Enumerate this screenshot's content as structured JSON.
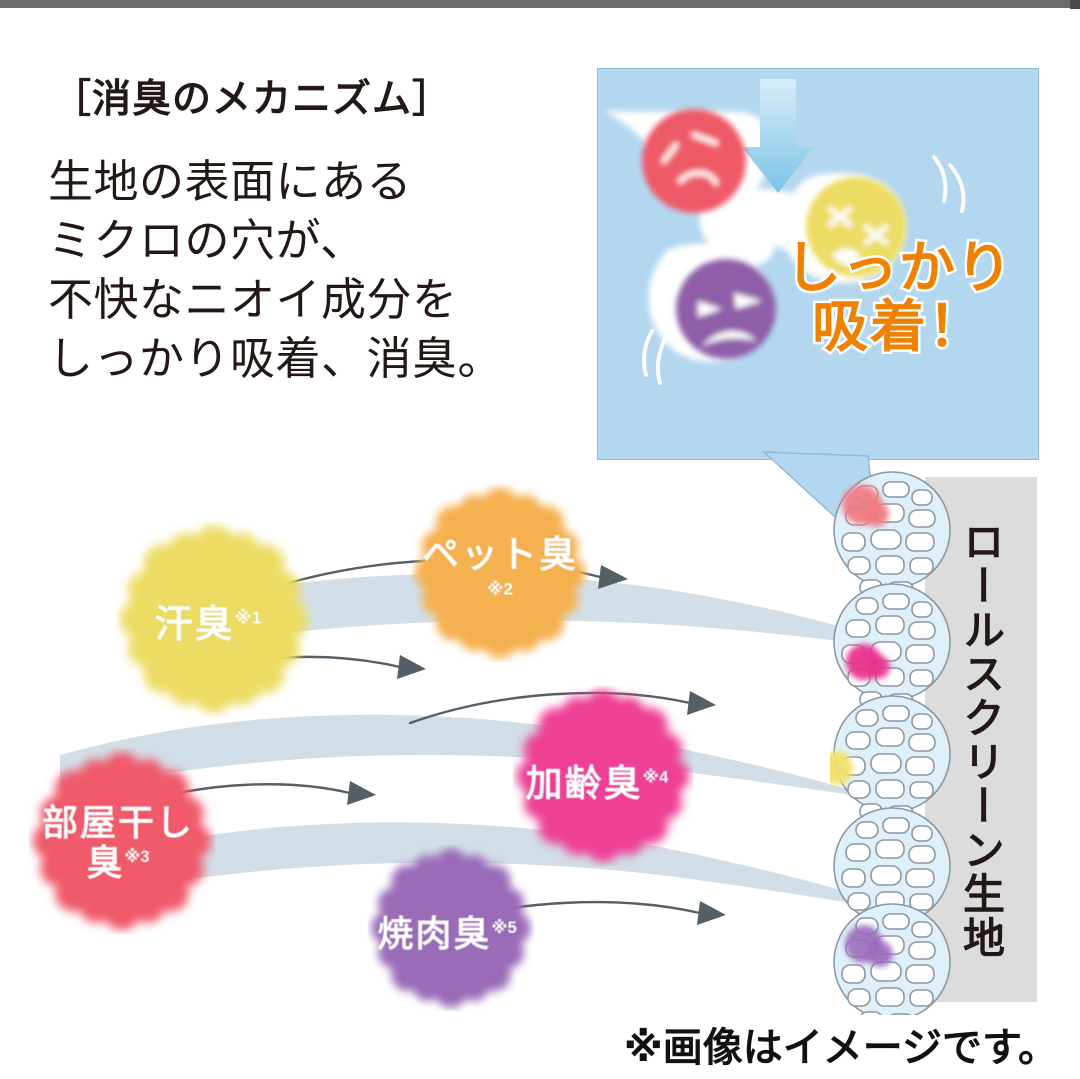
{
  "page": {
    "background": "#ffffff",
    "topbar_color": "#6b6b6b"
  },
  "header": {
    "mechanism_title": "［消臭のメカニズム］",
    "lead_text": "生地の表面にある\nミクロの穴が、\n不快なニオイ成分を\nしっかり吸着、消臭。"
  },
  "panel": {
    "background": "#b4d7f0",
    "caption_line1": "しっかり",
    "caption_line2": "吸着！",
    "caption_color": "#f08000",
    "caption_outline": "#ffffff",
    "arrow_label": "down-arrow",
    "blobs": [
      {
        "name": "red-odor-blob",
        "color": "#ef5a68",
        "face": "sad"
      },
      {
        "name": "yellow-odor-blob",
        "color": "#ecdc63",
        "face": "dizzy"
      },
      {
        "name": "purple-odor-blob",
        "color": "#8e5fa8",
        "face": "angry"
      }
    ]
  },
  "odors": [
    {
      "id": "sweat",
      "label": "汗臭",
      "note": "※1",
      "color": "#ecdc63",
      "glow": "#f6eda9"
    },
    {
      "id": "pet",
      "label": "ペット臭",
      "note": "※2",
      "color": "#f5b04f",
      "glow": "#fbdcac"
    },
    {
      "id": "laundry",
      "label": "部屋干し\n臭",
      "note": "※3",
      "color": "#f05a6a",
      "glow": "#f8aeb5"
    },
    {
      "id": "aging",
      "label": "加齢臭",
      "note": "※4",
      "color": "#ee3f96",
      "glow": "#f79bc8"
    },
    {
      "id": "meat",
      "label": "焼肉臭",
      "note": "※5",
      "color": "#9a6cb8",
      "glow": "#c9add9"
    }
  ],
  "fabric": {
    "label": "ロールスクリーン生地",
    "strip_color": "#dcdcdc",
    "cell_fill": "#e3f2fb",
    "cell_stroke": "#8a98a6",
    "absorbed": [
      {
        "cell": 1,
        "color": "#f07a80"
      },
      {
        "cell": 2,
        "color": "#e8318f"
      },
      {
        "cell": 3,
        "color": "#f2e06a"
      },
      {
        "cell": 5,
        "color": "#9b6cbd"
      }
    ]
  },
  "flow": {
    "ribbon_color": "#cfdce6",
    "arrow_color": "#555f66",
    "arrow_count": 5
  },
  "footer": {
    "note": "※画像はイメージです。"
  }
}
